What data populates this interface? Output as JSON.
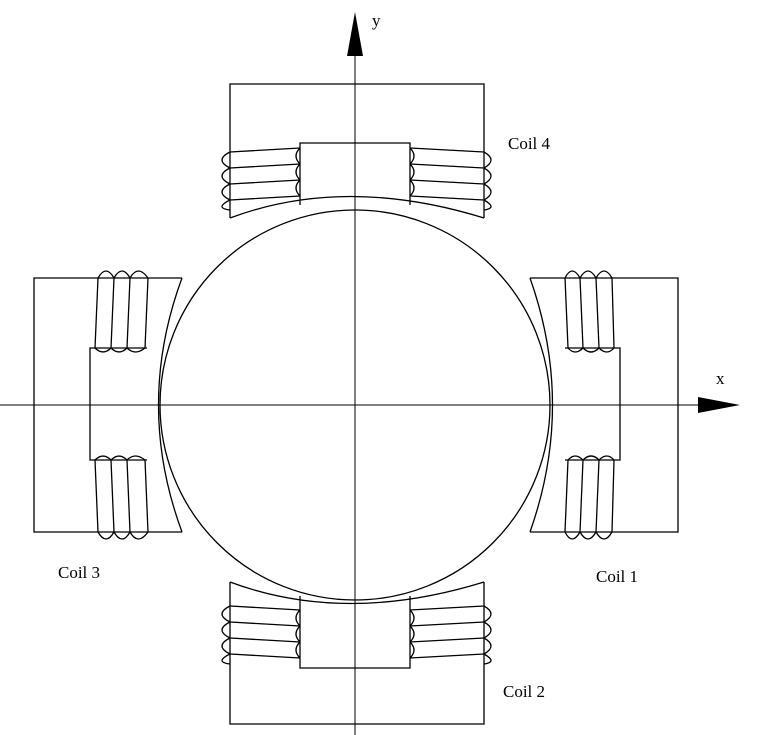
{
  "axes": {
    "x_label": "x",
    "y_label": "y"
  },
  "coils": [
    {
      "label": "Coil 1"
    },
    {
      "label": "Coil 2"
    },
    {
      "label": "Coil 3"
    },
    {
      "label": "Coil 4"
    }
  ]
}
